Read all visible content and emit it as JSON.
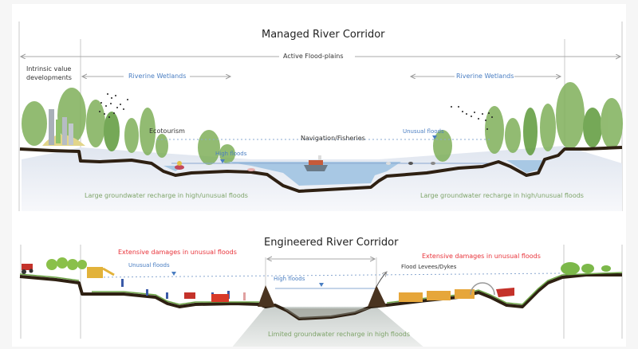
{
  "managed": {
    "title": "Managed River Corridor",
    "active_floodplains": "Active Flood-plains",
    "intrinsic_value_line1": "Intrinsic value",
    "intrinsic_value_line2": "developments",
    "riverine_wetlands_left": "Riverine Wetlands",
    "riverine_wetlands_right": "Riverine Wetlands",
    "ecotourism": "Ecotourism",
    "navigation_fisheries": "Navigation/Fisheries",
    "high_floods": "High floods",
    "unusual_floods": "Unusual floods",
    "recharge_left": "Large groundwater recharge in high/unusual floods",
    "recharge_right": "Large groundwater recharge in high/unusual floods"
  },
  "engineered": {
    "title": "Engineered River Corridor",
    "damages_left": "Extensive damages in unusual floods",
    "damages_right": "Extensive damages in unusual floods",
    "unusual_floods": "Unusual floods",
    "high_floods": "High floods",
    "levees": "Flood Levees/Dykes",
    "recharge": "Limited groundwater recharge in high floods"
  },
  "colors": {
    "label_blue": "#4a7ec2",
    "label_green": "#7ea46a",
    "label_red": "#e8333a",
    "vegetation": "#6fa64a",
    "soil": "#3a2a1a",
    "water": "#a8c8e4",
    "groundwater": "#e4e8f0"
  }
}
